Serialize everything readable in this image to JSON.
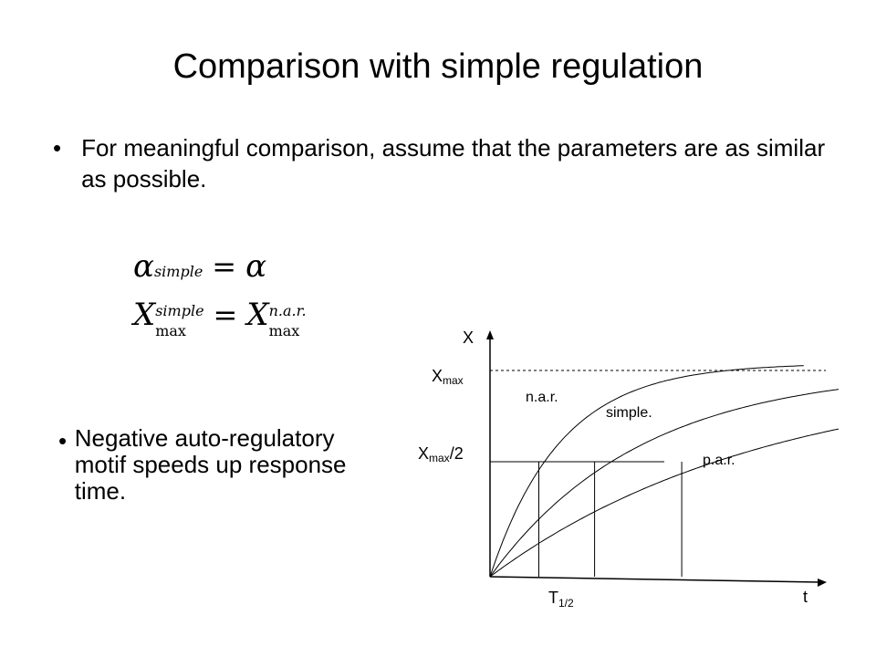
{
  "slide": {
    "title": "Comparison with simple regulation",
    "bullet1": "For meaningful comparison, assume that the parameters are as similar as possible.",
    "bullet2": "Negative auto-regulatory motif speeds up response time.",
    "bullet_glyph": "•"
  },
  "equations": {
    "eq1": {
      "lhs": "α",
      "lhs_sub": "simple",
      "rel": "=",
      "rhs": "α"
    },
    "eq2": {
      "lhs": "X",
      "lhs_sup": "simple",
      "lhs_sub": "max",
      "rel": "=",
      "rhs": "X",
      "rhs_sup": "n.a.r.",
      "rhs_sub": "max"
    }
  },
  "graph": {
    "y_axis_label": "X",
    "x_axis_label": "t",
    "xmax_label": "X",
    "xmax_sub": "max",
    "xhalf_label": "X",
    "xhalf_sub": "max",
    "xhalf_suffix": "/2",
    "t_half_label": "T",
    "t_half_sub": "1/2",
    "curves": [
      {
        "name": "n.a.r.",
        "t_half": 0.14
      },
      {
        "name": "simple.",
        "t_half": 0.3
      },
      {
        "name": "p.a.r.",
        "t_half": 0.55
      }
    ]
  }
}
